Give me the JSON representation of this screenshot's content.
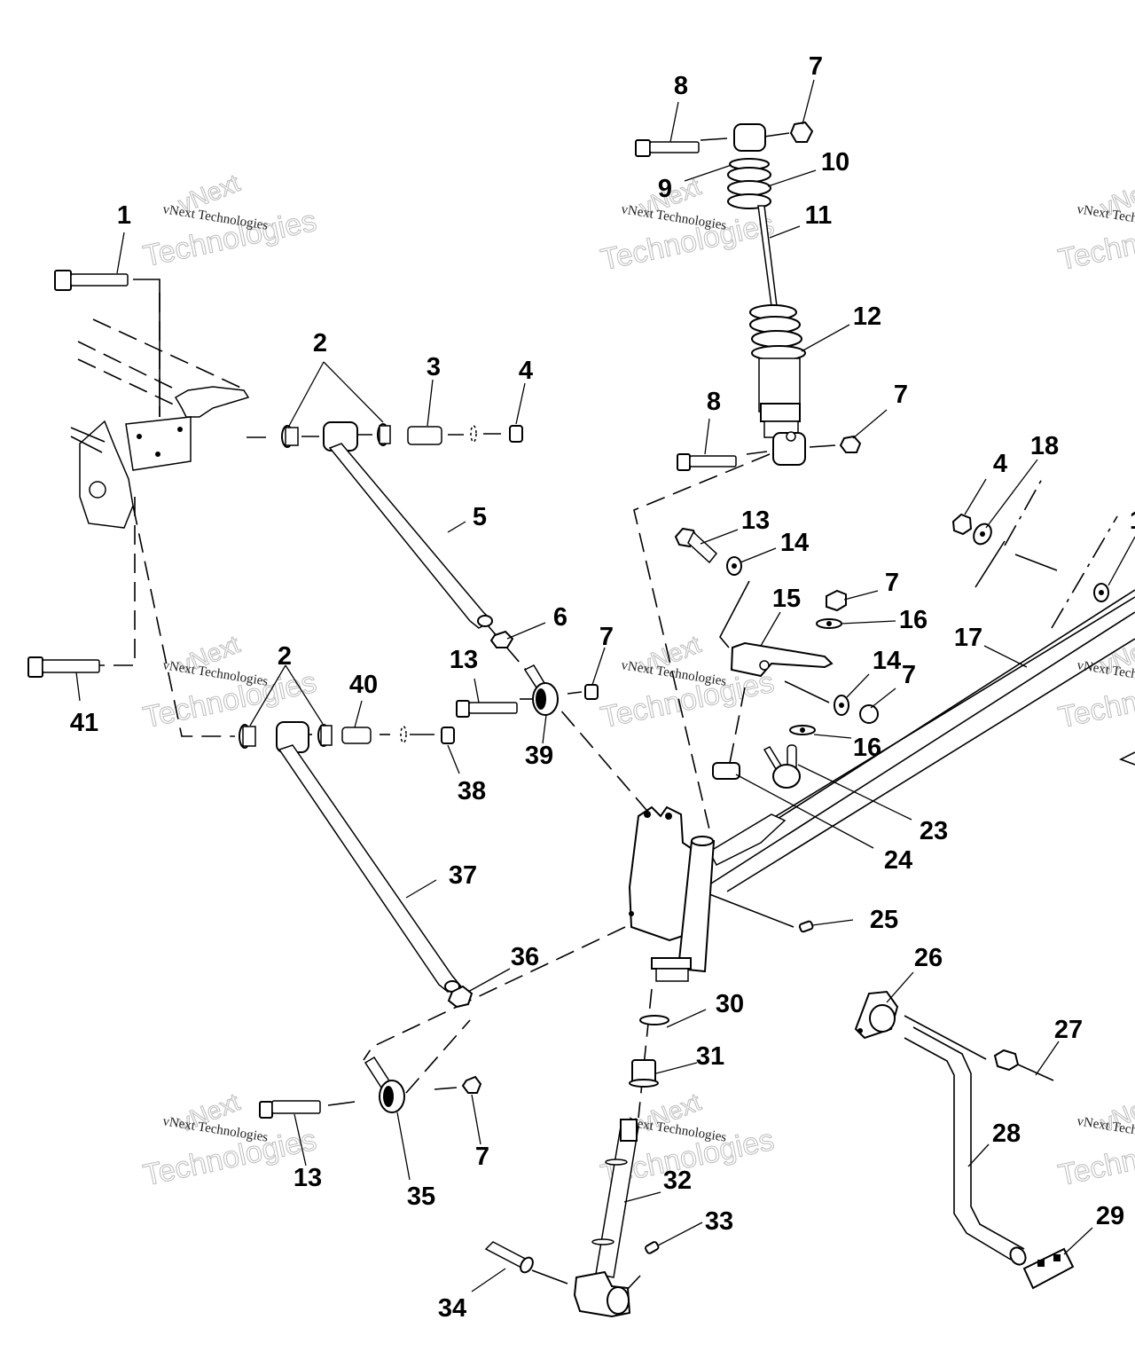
{
  "diagram": {
    "title": "Front suspension exploded parts view",
    "watermark": {
      "small_text": "vNext Technologies",
      "large_line1": "vNext",
      "large_line2": "Technologies"
    },
    "callouts": [
      {
        "id": "c1",
        "label": "1"
      },
      {
        "id": "c2a",
        "label": "2"
      },
      {
        "id": "c3",
        "label": "3"
      },
      {
        "id": "c4a",
        "label": "4"
      },
      {
        "id": "c5",
        "label": "5"
      },
      {
        "id": "c6",
        "label": "6"
      },
      {
        "id": "c7a",
        "label": "7"
      },
      {
        "id": "c8a",
        "label": "8"
      },
      {
        "id": "c9",
        "label": "9"
      },
      {
        "id": "c10",
        "label": "10"
      },
      {
        "id": "c11",
        "label": "11"
      },
      {
        "id": "c12",
        "label": "12"
      },
      {
        "id": "c8b",
        "label": "8"
      },
      {
        "id": "c7b",
        "label": "7"
      },
      {
        "id": "c4b",
        "label": "4"
      },
      {
        "id": "c18",
        "label": "18"
      },
      {
        "id": "c1x",
        "label": "1"
      },
      {
        "id": "c13a",
        "label": "13"
      },
      {
        "id": "c14a",
        "label": "14"
      },
      {
        "id": "c15",
        "label": "15"
      },
      {
        "id": "c7c",
        "label": "7"
      },
      {
        "id": "c16a",
        "label": "16"
      },
      {
        "id": "c17",
        "label": "17"
      },
      {
        "id": "c14b",
        "label": "14"
      },
      {
        "id": "c7d",
        "label": "7"
      },
      {
        "id": "c16b",
        "label": "16"
      },
      {
        "id": "c23",
        "label": "23"
      },
      {
        "id": "c24",
        "label": "24"
      },
      {
        "id": "c25",
        "label": "25"
      },
      {
        "id": "c26",
        "label": "26"
      },
      {
        "id": "c27",
        "label": "27"
      },
      {
        "id": "c28",
        "label": "28"
      },
      {
        "id": "c29",
        "label": "29"
      },
      {
        "id": "c30",
        "label": "30"
      },
      {
        "id": "c31",
        "label": "31"
      },
      {
        "id": "c32",
        "label": "32"
      },
      {
        "id": "c33",
        "label": "33"
      },
      {
        "id": "c34",
        "label": "34"
      },
      {
        "id": "c35",
        "label": "35"
      },
      {
        "id": "c36",
        "label": "36"
      },
      {
        "id": "c37",
        "label": "37"
      },
      {
        "id": "c38",
        "label": "38"
      },
      {
        "id": "c39",
        "label": "39"
      },
      {
        "id": "c40",
        "label": "40"
      },
      {
        "id": "c41",
        "label": "41"
      },
      {
        "id": "c2b",
        "label": "2"
      },
      {
        "id": "c13b",
        "label": "13"
      },
      {
        "id": "c7e",
        "label": "7"
      },
      {
        "id": "c13c",
        "label": "13"
      },
      {
        "id": "c7f",
        "label": "7"
      }
    ]
  }
}
